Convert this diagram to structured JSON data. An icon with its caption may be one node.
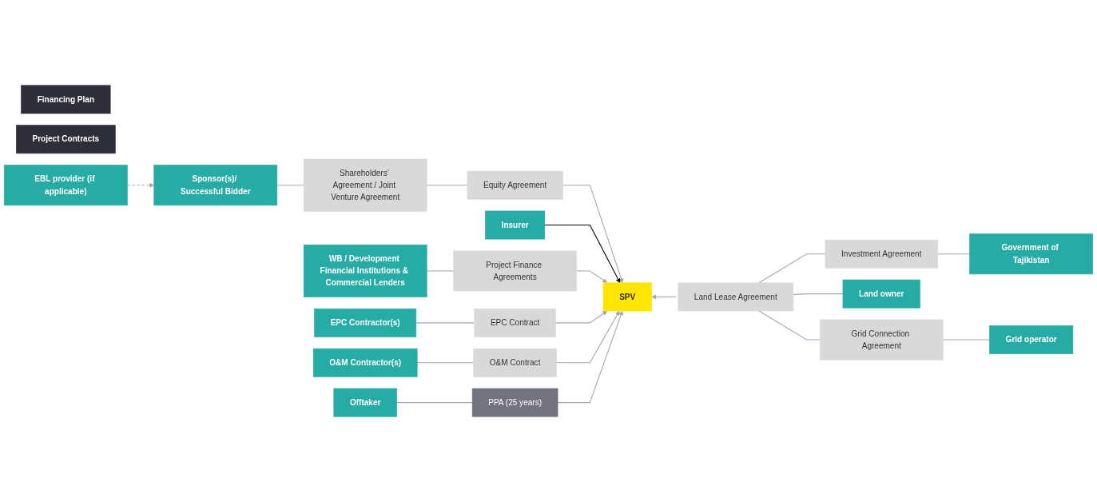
{
  "diagram": {
    "nodes": [
      {
        "text": [
          "Financing Plan"
        ]
      },
      {
        "text": [
          "Project Contracts"
        ]
      },
      {
        "text": [
          "Sponsor(s)/ Successful Bidder"
        ]
      },
      {
        "text": [
          "Shareholders’ Agreement / Joint Venture Agreement"
        ]
      },
      {
        "text": [
          "EBL provider (if applicable)"
        ]
      },
      {
        "text": [
          "Equity Agreement"
        ]
      },
      {
        "text": [
          "Insurer"
        ]
      },
      {
        "text": [
          "WB / Development Financial Institutions & Commercial Lenders"
        ]
      },
      {
        "text": [
          "Project Finance Agreements"
        ]
      },
      {
        "text": [
          "EPC Contractor(s)"
        ]
      },
      {
        "text": [
          "O&M Contractor(s)"
        ]
      },
      {
        "text": [
          "EPC Contract"
        ]
      },
      {
        "text": [
          "O&M Contract"
        ]
      },
      {
        "text": [
          "Investment Agreement"
        ]
      },
      {
        "text": [
          "Government of Tajikistan"
        ]
      },
      {
        "text": [
          "SPV"
        ]
      },
      {
        "text": [
          "Land Lease Agreement"
        ]
      },
      {
        "text": [
          "Land owner"
        ]
      },
      {
        "text": [
          "Grid Connection Agreement"
        ]
      },
      {
        "text": [
          "Grid operator"
        ]
      },
      {
        "text": [
          "PPA (25 years)"
        ]
      },
      {
        "text": [
          "Offtaker"
        ]
      }
    ],
    "edges": [
      {
        "from": 2,
        "to": 3,
        "arrow": "none"
      },
      {
        "from": 4,
        "to": 2,
        "arrow": "to",
        "style": "dashed"
      },
      {
        "from": 3,
        "to": 5,
        "arrow": "none"
      },
      {
        "from": 5,
        "to": 15,
        "arrow": "to"
      },
      {
        "from": 6,
        "to": 15,
        "arrow": "to",
        "color": "#000000"
      },
      {
        "from": 7,
        "to": 8,
        "arrow": "none"
      },
      {
        "from": 8,
        "to": 15,
        "arrow": "to"
      },
      {
        "from": 9,
        "to": 11,
        "arrow": "none"
      },
      {
        "from": 10,
        "to": 12,
        "arrow": "none"
      },
      {
        "from": 11,
        "to": 15,
        "arrow": "to"
      },
      {
        "from": 12,
        "to": 15,
        "arrow": "to"
      },
      {
        "from": 13,
        "to": 14,
        "arrow": "none"
      },
      {
        "from": 13,
        "to": 16,
        "arrow": "none"
      },
      {
        "from": 16,
        "to": 15,
        "arrow": "to"
      },
      {
        "from": 16,
        "to": 17,
        "arrow": "none"
      },
      {
        "from": 16,
        "to": 18,
        "arrow": "none"
      },
      {
        "from": 18,
        "to": 19,
        "arrow": "none"
      },
      {
        "from": 21,
        "to": 20,
        "arrow": "none"
      },
      {
        "from": 20,
        "to": 15,
        "arrow": "to"
      }
    ]
  }
}
